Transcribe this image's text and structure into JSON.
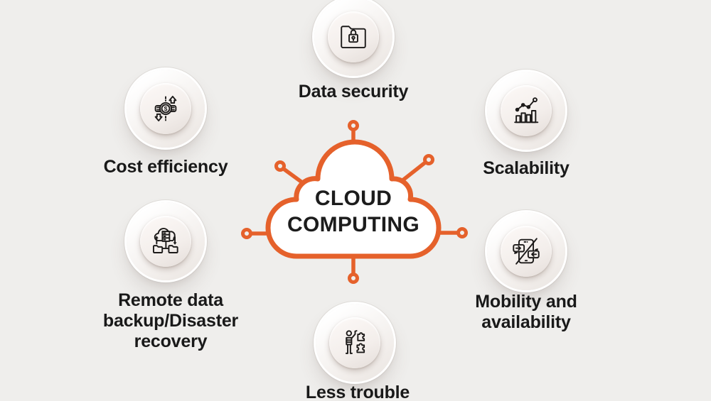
{
  "diagram": {
    "title": {
      "line1": "CLOUD",
      "line2": "COMPUTING"
    },
    "nodes": {
      "data_security": {
        "label": "Data security",
        "icon": "folder-lock-icon"
      },
      "cost_efficiency": {
        "label": "Cost efficiency",
        "icon": "money-hands-icon"
      },
      "scalability": {
        "label": "Scalability",
        "icon": "growth-chart-icon"
      },
      "remote_backup": {
        "label": "Remote data backup/Disaster recovery",
        "icon": "cloud-backup-icon"
      },
      "mobility": {
        "label": "Mobility and availability",
        "icon": "phone-sync-icon"
      },
      "less_trouble": {
        "label": "Less trouble",
        "icon": "person-puzzle-icon"
      }
    },
    "glyphs": {
      "dollar": "$"
    },
    "colors": {
      "background": "#efeeec",
      "accent_orange": "#e5612b",
      "text": "#191919",
      "icon_line": "#1d1b1a"
    }
  }
}
